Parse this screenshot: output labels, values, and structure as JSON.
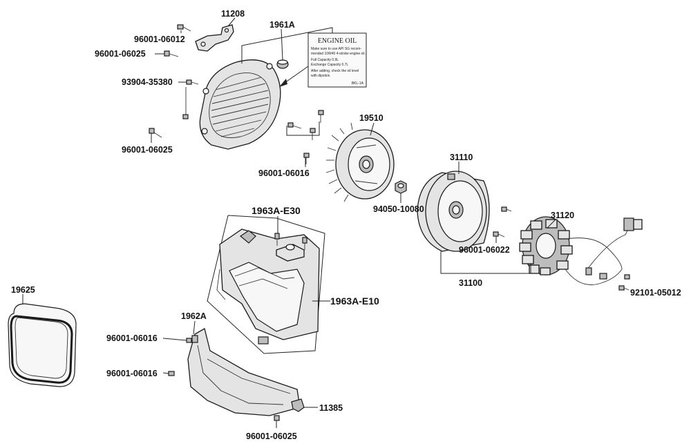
{
  "labels": {
    "p11208": "11208",
    "p96001_06012": "96001-06012",
    "p1961A": "1961A",
    "p96001_06025_a": "96001-06025",
    "p93904_35380": "93904-35380",
    "p96001_06025_b": "96001-06025",
    "p19510": "19510",
    "p96001_06016_a": "96001-06016",
    "p31110": "31110",
    "p94050_10080": "94050-10080",
    "p31120": "31120",
    "p1963A_E30": "1963A-E30",
    "p96001_06022": "96001-06022",
    "p31100": "31100",
    "p92101_05012": "92101-05012",
    "p19625": "19625",
    "p1963A_E10": "1963A-E10",
    "p1962A": "1962A",
    "p96001_06016_b": "96001-06016",
    "p96001_06016_c": "96001-06016",
    "p11385": "11385",
    "p96001_06025_c": "96001-06025"
  },
  "oil_label": {
    "title": "ENGINE OIL",
    "lines": [
      "Make sure to use API SG recom-",
      "mended 10W40 4-stroke engine oil.",
      "Full Capacity          0.9L",
      "Exchange Capacity      0.7L",
      "After adding, check the oil level",
      "with dipstick."
    ],
    "code": "BKL-1A"
  },
  "colors": {
    "line": "#1a1a1a",
    "part_fill": "#e4e4e4",
    "dark_fill": "#bdbdbd"
  }
}
